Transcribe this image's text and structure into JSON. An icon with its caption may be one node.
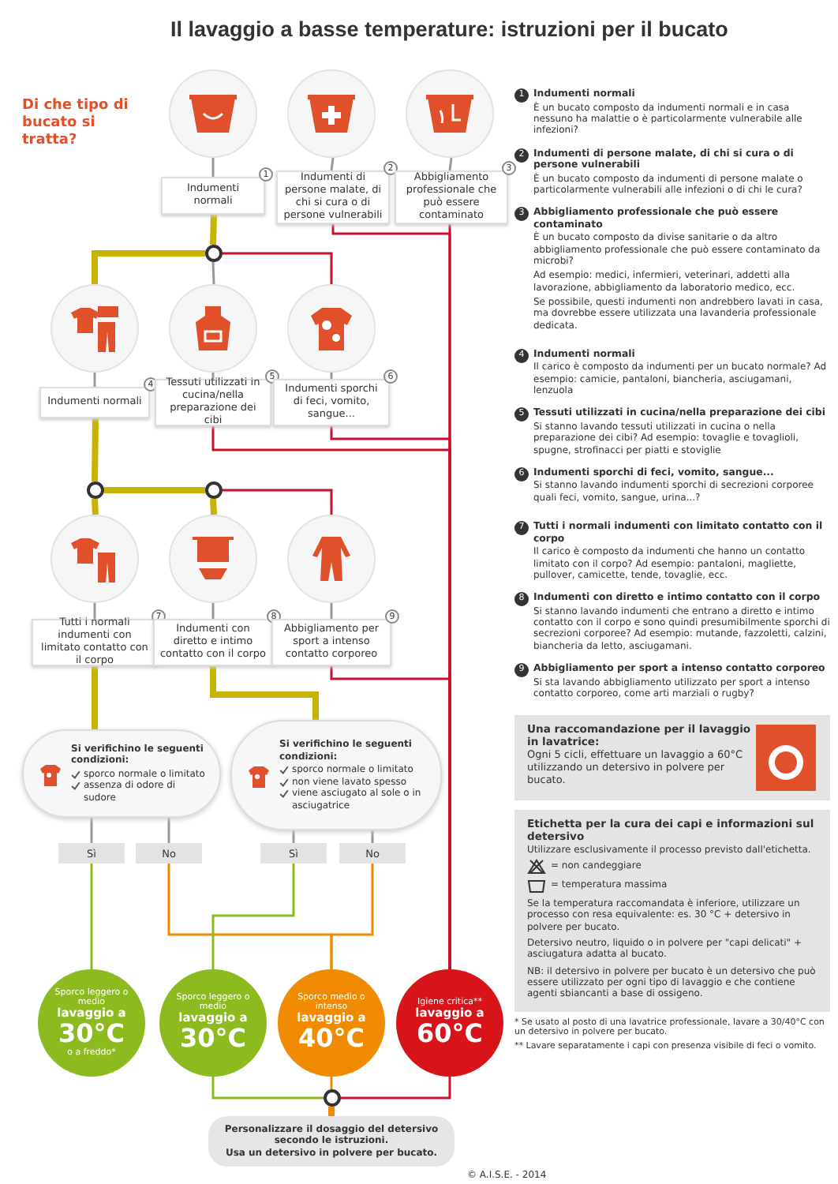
{
  "diagram": {
    "title": "Il lavaggio a basse temperature: istruzioni per il bucato",
    "nodes": [
      {
        "text": [],
        "shape": "picture"
      },
      {
        "text": [],
        "shape": "picture"
      },
      {
        "text": [],
        "shape": "picture"
      },
      {
        "text": [
          "Indumenti normali"
        ],
        "beside": [
          "1"
        ]
      },
      {
        "text": [
          "Indumenti di persone malate, di chi si cura o di persone vulnerabili"
        ],
        "beside": [
          "2"
        ]
      },
      {
        "text": [
          "Abbigliamento professionale che può essere contaminato"
        ],
        "beside": [
          "3"
        ]
      },
      {
        "text": [],
        "shape": "circle"
      },
      {
        "text": [],
        "shape": "picture"
      },
      {
        "text": [],
        "shape": "picture"
      },
      {
        "text": [],
        "shape": "picture"
      },
      {
        "text": [
          "Indumenti normali"
        ],
        "beside": [
          "4"
        ]
      },
      {
        "text": [
          "Tessuti utilizzati in cucina/nella preparazione dei cibi"
        ],
        "beside": [
          "5"
        ]
      },
      {
        "text": [
          "Indumenti sporchi di feci, vomito, sangue..."
        ],
        "beside": [
          "6"
        ]
      },
      {
        "text": [],
        "shape": "circle"
      },
      {
        "text": [],
        "shape": "circle"
      },
      {
        "text": [],
        "shape": "picture"
      },
      {
        "text": [],
        "shape": "picture"
      },
      {
        "text": [],
        "shape": "picture"
      },
      {
        "text": [
          "Tutti i normali indumenti con limitato contatto con il corpo"
        ],
        "beside": [
          "7"
        ]
      },
      {
        "text": [
          "Indumenti con diretto e intimo contatto con il corpo"
        ],
        "beside": [
          "8"
        ]
      },
      {
        "text": [
          "Abbigliamento per sport a intenso contatto corporeo"
        ],
        "beside": [
          "9"
        ]
      },
      {
        "text": [
          "Si verifichino le seguenti condizioni:",
          "sporco normale o limitato",
          "assenza di odore di sudore"
        ]
      },
      {
        "text": [
          "Si verifichino le seguenti condizioni:",
          "sporco normale o limitato",
          "non viene lavato spesso",
          "viene asciugato al sole o in asciugatrice"
        ]
      },
      {
        "text": [
          "Sì"
        ]
      },
      {
        "text": [
          "No"
        ]
      },
      {
        "text": [
          "Sì"
        ]
      },
      {
        "text": [
          "No"
        ]
      },
      {
        "text": [
          "Sporco leggero o medio",
          "lavaggio a",
          "30°C",
          "o a freddo*"
        ]
      },
      {
        "text": [
          "Sporco leggero o medio",
          "lavaggio a",
          "30°C"
        ]
      },
      {
        "text": [
          "Sporco medio o intenso",
          "lavaggio a",
          "40°C"
        ]
      },
      {
        "text": [
          "Igiene critica**",
          "lavaggio a",
          "60°C"
        ]
      },
      {
        "text": [],
        "shape": "circle"
      },
      {
        "text": [
          "Personalizzare il dosaggio del detersivo secondo le istruzioni.",
          "Usa un detersivo in polvere per bucato."
        ]
      }
    ],
    "edges": [
      {
        "from": 0,
        "to": 3,
        "arrow": "none",
        "color": "#999999"
      },
      {
        "from": 1,
        "to": 4,
        "arrow": "none",
        "color": "#999999"
      },
      {
        "from": 2,
        "to": 5,
        "arrow": "none",
        "color": "#999999"
      },
      {
        "from": 3,
        "to": 6,
        "arrow": "none",
        "style": "thick",
        "color": "#c8b400"
      },
      {
        "from": 6,
        "to": 7,
        "arrow": "none",
        "style": "thick",
        "color": "#c8b400"
      },
      {
        "from": 6,
        "to": 8,
        "arrow": "none",
        "color": "#999999"
      },
      {
        "from": 6,
        "to": 9,
        "arrow": "none",
        "color": "#c8102e"
      },
      {
        "from": 7,
        "to": 10,
        "arrow": "none",
        "color": "#999999"
      },
      {
        "from": 8,
        "to": 11,
        "arrow": "none",
        "color": "#999999"
      },
      {
        "from": 9,
        "to": 12,
        "arrow": "none",
        "color": "#999999"
      },
      {
        "from": 10,
        "to": 13,
        "arrow": "none",
        "style": "thick",
        "color": "#c8b400"
      },
      {
        "from": 13,
        "to": 15,
        "arrow": "none",
        "style": "thick",
        "color": "#c8b400"
      },
      {
        "from": 13,
        "to": 14,
        "arrow": "none",
        "style": "thick",
        "color": "#c8b400"
      },
      {
        "from": 14,
        "to": 16,
        "arrow": "none",
        "style": "thick",
        "color": "#c8b400"
      },
      {
        "from": 14,
        "to": 17,
        "arrow": "none",
        "color": "#c8102e"
      },
      {
        "from": 15,
        "to": 18,
        "arrow": "none",
        "color": "#999999"
      },
      {
        "from": 16,
        "to": 19,
        "arrow": "none",
        "color": "#999999"
      },
      {
        "from": 17,
        "to": 20,
        "arrow": "none",
        "color": "#999999"
      },
      {
        "from": 18,
        "to": 21,
        "arrow": "none",
        "style": "thick",
        "color": "#c8b400"
      },
      {
        "from": 19,
        "to": 22,
        "arrow": "none",
        "style": "thick",
        "color": "#c8b400"
      },
      {
        "from": 21,
        "to": 23,
        "arrow": "none",
        "color": "#999999"
      },
      {
        "from": 21,
        "to": 24,
        "arrow": "none",
        "color": "#999999"
      },
      {
        "from": 22,
        "to": 25,
        "arrow": "none",
        "color": "#999999"
      },
      {
        "from": 22,
        "to": 26,
        "arrow": "none",
        "color": "#999999"
      },
      {
        "from": 23,
        "to": 27,
        "arrow": "none",
        "color": "#8dba1f"
      },
      {
        "from": 24,
        "to": 29,
        "arrow": "none",
        "color": "#f08a00"
      },
      {
        "from": 25,
        "to": 28,
        "arrow": "none",
        "color": "#8dba1f"
      },
      {
        "from": 26,
        "to": 29,
        "arrow": "none",
        "color": "#f08a00"
      },
      {
        "from": 4,
        "to": 30,
        "arrow": "none",
        "color": "#c8102e"
      },
      {
        "from": 5,
        "to": 30,
        "arrow": "none",
        "color": "#c8102e"
      },
      {
        "from": 11,
        "to": 30,
        "arrow": "none",
        "color": "#c8102e"
      },
      {
        "from": 12,
        "to": 30,
        "arrow": "none",
        "color": "#c8102e"
      },
      {
        "from": 20,
        "to": 30,
        "arrow": "none",
        "color": "#c8102e"
      },
      {
        "from": 28,
        "to": 31,
        "arrow": "none",
        "color": "#8dba1f"
      },
      {
        "from": 29,
        "to": 31,
        "arrow": "none",
        "color": "#f08a00"
      },
      {
        "from": 30,
        "to": 31,
        "arrow": "none",
        "color": "#c8102e"
      },
      {
        "from": 31,
        "to": 32,
        "arrow": "none",
        "style": "thick",
        "color": "#f08a00"
      }
    ],
    "labels": [
      "Di che tipo di bucato si tratta?",
      "1",
      "Indumenti normali",
      "È un bucato composto da indumenti normali e in casa nessuno ha malattie o è particolarmente vulnerabile alle infezioni?",
      "2",
      "Indumenti di persone malate, di chi si cura o di persone vulnerabili",
      "È un bucato composto da indumenti di persone malate o particolarmente vulnerabili alle infezioni o di chi le cura?",
      "3",
      "Abbigliamento professionale che può essere contaminato",
      "È un bucato composto da divise sanitarie o da altro abbigliamento professionale che può essere contaminato da microbi?",
      "Ad esempio: medici, infermieri, veterinari, addetti alla lavorazione, abbigliamento da laboratorio medico, ecc.",
      "Se possibile, questi indumenti non andrebbero lavati in casa, ma dovrebbe essere utilizzata una lavanderia professionale dedicata.",
      "4",
      "Indumenti normali",
      "Il carico è composto da indumenti per un bucato normale? Ad esempio: camicie, pantaloni, biancheria, asciugamani, lenzuola",
      "5",
      "Tessuti utilizzati in cucina/nella preparazione dei cibi",
      "Si stanno lavando tessuti utilizzati in cucina o nella preparazione dei cibi? Ad esempio: tovaglie e tovaglioli, spugne, strofinacci per piatti e stoviglie",
      "6",
      "Indumenti sporchi di feci, vomito, sangue...",
      "Si stanno lavando indumenti sporchi di secrezioni corporee quali feci, vomito, sangue, urina...?",
      "7",
      "Tutti i normali indumenti con limitato contatto con il corpo",
      "Il carico è composto da indumenti che hanno un contatto limitato con il corpo? Ad esempio: pantaloni, magliette, pullover, camicette, tende, tovaglie, ecc.",
      "8",
      "Indumenti con diretto e intimo contatto con il corpo",
      "Si stanno lavando indumenti che entrano a diretto e intimo contatto con il corpo e sono quindi presumibilmente sporchi di secrezioni corporee? Ad esempio: mutande, fazzoletti, calzini, biancheria da letto, asciugamani.",
      "9",
      "Abbigliamento per sport a intenso contatto corporeo",
      "Si sta lavando abbigliamento utilizzato per sport a intenso contatto corporeo, come arti marziali o rugby?",
      "Una raccomandazione per il lavaggio in lavatrice:",
      "Ogni 5 cicli, effettuare un lavaggio a 60°C utilizzando un detersivo in polvere per bucato.",
      "Etichetta per la cura dei capi e informazioni sul detersivo",
      "Utilizzare esclusivamente il processo previsto dall'etichetta.",
      "Se la temperatura raccomandata è inferiore, utilizzare un processo con resa equivalente: es. 30 °C + detersivo in polvere per bucato.",
      "Detersivo neutro, liquido o in polvere per \"capi delicati\" + asciugatura adatta al bucato.",
      "NB: il detersivo in polvere per bucato è un detersivo che può essere utilizzato per ogni tipo di lavaggio e che contiene agenti sbiancanti a base di ossigeno.",
      "* Se usato al posto di una lavatrice professionale, lavare a 30/40°C con un detersivo in polvere per bucato.",
      "** Lavare separatamente i capi con presenza visibile di feci o vomito.",
      "© A.I.S.E. - 2014"
    ],
    "legend": [
      {
        "text": "= non candeggiare"
      },
      {
        "text": "= temperatura massima"
      }
    ]
  }
}
